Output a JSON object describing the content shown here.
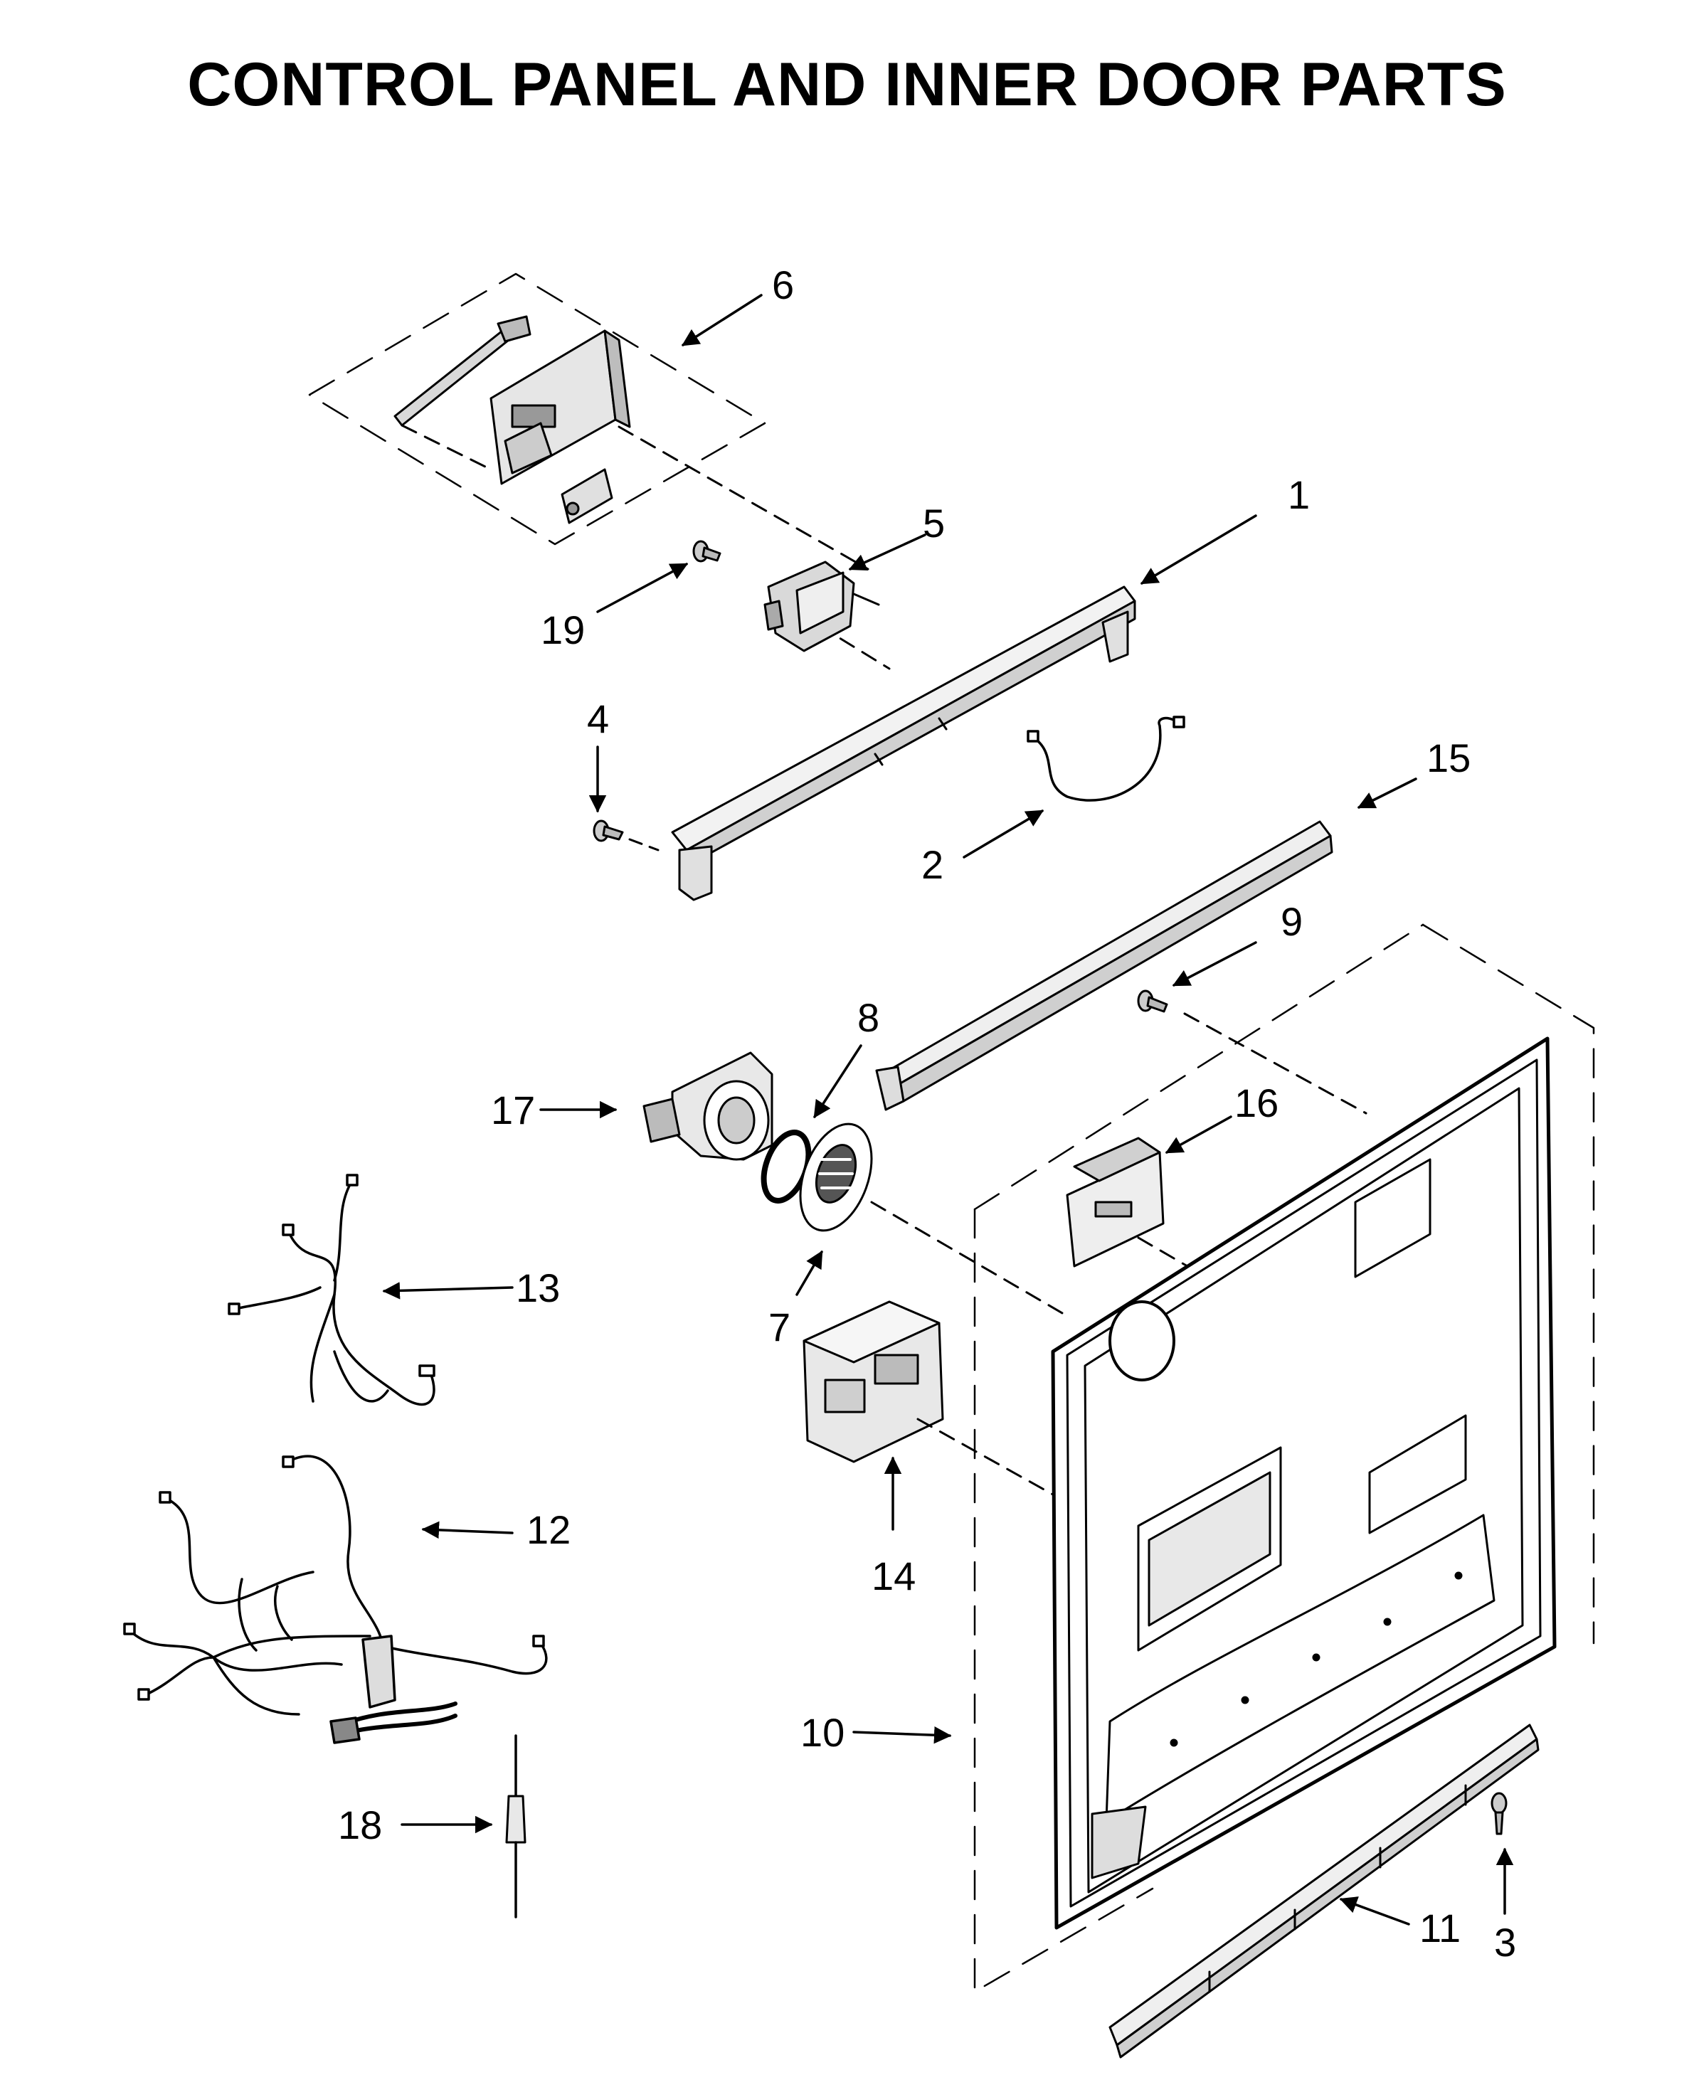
{
  "title": "CONTROL PANEL AND INNER DOOR PARTS",
  "callouts": {
    "c1": "1",
    "c2": "2",
    "c3": "3",
    "c4": "4",
    "c5": "5",
    "c6": "6",
    "c7": "7",
    "c8": "8",
    "c9": "9",
    "c10": "10",
    "c11": "11",
    "c12": "12",
    "c13": "13",
    "c14": "14",
    "c15": "15",
    "c16": "16",
    "c17": "17",
    "c18": "18",
    "c19": "19"
  },
  "colors": {
    "line": "#000000",
    "panel_fill": "#e6e6e6",
    "background": "#ffffff"
  }
}
